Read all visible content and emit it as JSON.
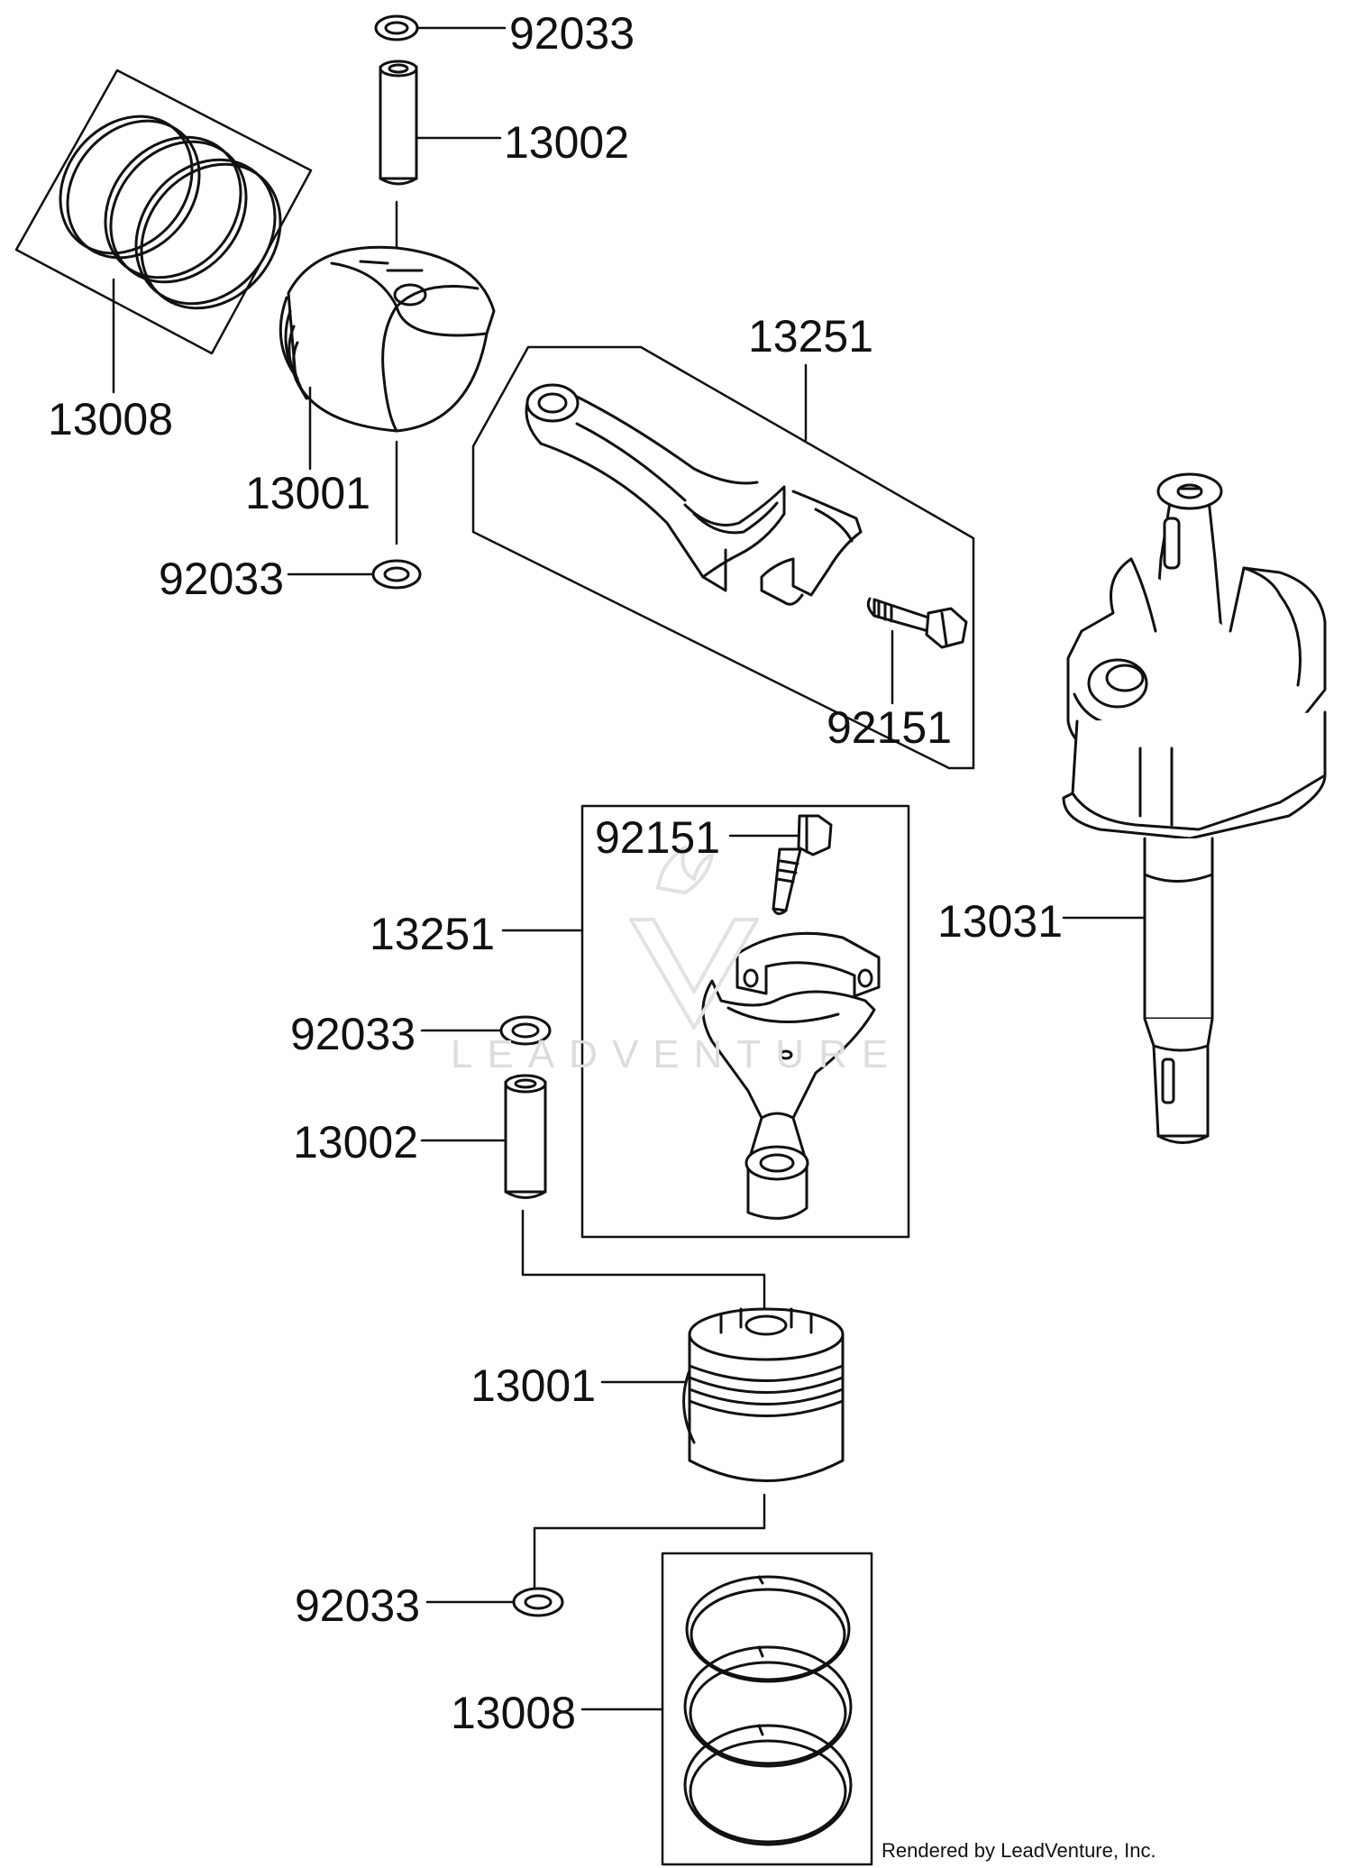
{
  "diagram": {
    "callouts": {
      "c92033_top": "92033",
      "c13002_top": "13002",
      "c13008_top": "13008",
      "c13001_top": "13001",
      "c92033_mid": "92033",
      "c13251_top": "13251",
      "c92151_top": "92151",
      "c13031": "13031",
      "c92151_box": "92151",
      "c13251_box": "13251",
      "c92033_lower": "92033",
      "c13002_lower": "13002",
      "c13001_lower": "13001",
      "c92033_bottom": "92033",
      "c13008_bottom": "13008"
    },
    "watermark": "LEADVENTURE",
    "credit": "Rendered by LeadVenture, Inc."
  },
  "colors": {
    "line": "#111111",
    "fill": "#ffffff",
    "shade": "#d8d8d8",
    "watermark": "#dddddd"
  }
}
